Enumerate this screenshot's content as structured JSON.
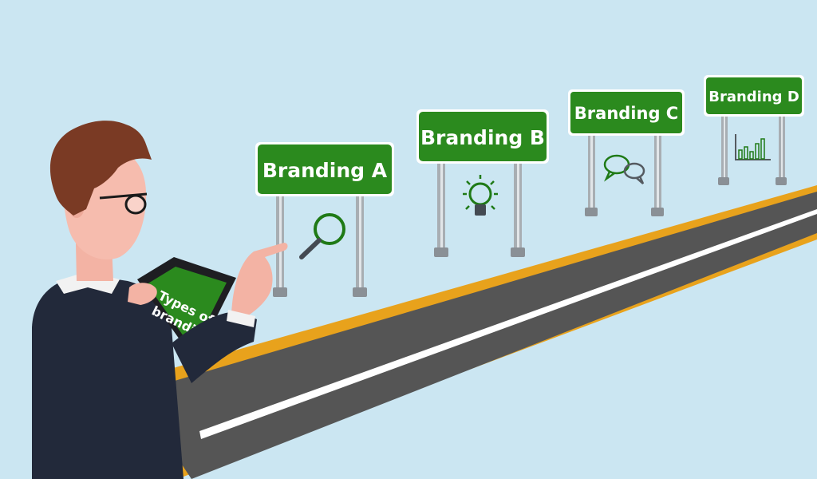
{
  "signs": [
    {
      "label": "Branding A",
      "icon": "magnifier-icon"
    },
    {
      "label": "Branding B",
      "icon": "lightbulb-icon"
    },
    {
      "label": "Branding C",
      "icon": "speech-bubbles-icon"
    },
    {
      "label": "Branding D",
      "icon": "bar-chart-icon"
    }
  ],
  "tablet": {
    "line1": "Types of",
    "line2": "branding"
  },
  "colors": {
    "background": "#cbe6f2",
    "sign_green": "#2b8a1e",
    "sign_border": "#1f6e14",
    "road": "#555555",
    "road_edge": "#e8a21c",
    "suit": "#22293a",
    "hair": "#7a3a24"
  }
}
